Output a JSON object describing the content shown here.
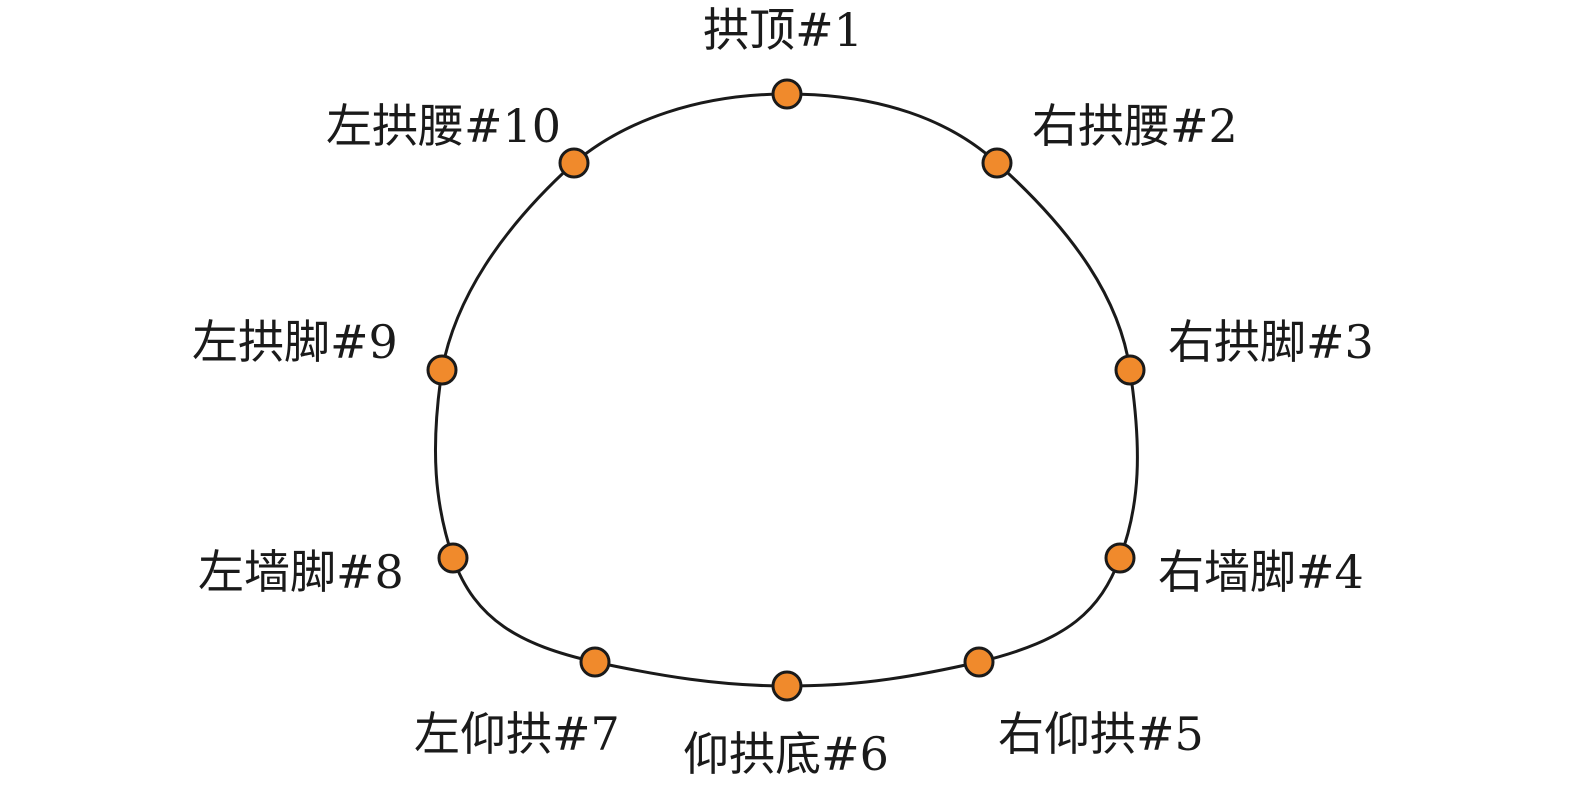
{
  "diagram": {
    "colors": {
      "outline": "#1a1a1a",
      "point_fill": "#f08a2c",
      "point_stroke": "#1a1a1a"
    },
    "points": [
      {
        "id": "p1",
        "label": "拱顶#1"
      },
      {
        "id": "p2",
        "label": "右拱腰#2"
      },
      {
        "id": "p3",
        "label": "右拱脚#3"
      },
      {
        "id": "p4",
        "label": "右墙脚#4"
      },
      {
        "id": "p5",
        "label": "右仰拱#5"
      },
      {
        "id": "p6",
        "label": "仰拱底#6"
      },
      {
        "id": "p7",
        "label": "左仰拱#7"
      },
      {
        "id": "p8",
        "label": "左墙脚#8"
      },
      {
        "id": "p9",
        "label": "左拱脚#9"
      },
      {
        "id": "p10",
        "label": "左拱腰#10"
      }
    ]
  }
}
